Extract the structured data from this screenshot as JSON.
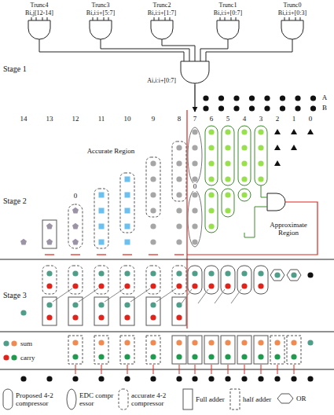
{
  "diagram": {
    "nodes": [
      {
        "text": [
          "Trunc4",
          "Bi,j[12-14]"
        ]
      },
      {
        "text": [
          "Trunc3",
          "Bi,i:i+[5:7]"
        ]
      },
      {
        "text": [
          "Trunc2",
          "Bi,i:i+[1:7]"
        ]
      },
      {
        "text": [
          "Trunc1",
          "Bi,i:i+[0:7]"
        ]
      },
      {
        "text": [
          "Trunc0",
          "Bi,i:i+[0:3]"
        ]
      },
      {
        "text": [
          "Ai,i:i+[0:7]"
        ]
      }
    ],
    "edges": [
      {
        "from": 0,
        "to": 5,
        "arrow": "none"
      },
      {
        "from": 1,
        "to": 5,
        "arrow": "none"
      },
      {
        "from": 2,
        "to": 5,
        "arrow": "none"
      },
      {
        "from": 3,
        "to": 5,
        "arrow": "none"
      },
      {
        "from": 4,
        "to": 5,
        "arrow": "none"
      }
    ],
    "labels": [
      "Stage 1",
      "14",
      "13",
      "12",
      "11",
      "10",
      "9",
      "8",
      "7",
      "6",
      "5",
      "4",
      "3",
      "2",
      "1",
      "0",
      "A",
      "B",
      "Accurate Region",
      "0",
      "0",
      "Approximate Region",
      "Stage 2",
      "Stage 3"
    ],
    "legend": [
      {
        "text": "sum"
      },
      {
        "text": "carry"
      },
      {
        "text": "Proposed 4-2 compressor"
      },
      {
        "text": "EDC compr essor"
      },
      {
        "text": "accurate 4-2 compressor"
      },
      {
        "text": "Full adder"
      },
      {
        "text": "half adder"
      },
      {
        "text": "OR"
      }
    ]
  }
}
